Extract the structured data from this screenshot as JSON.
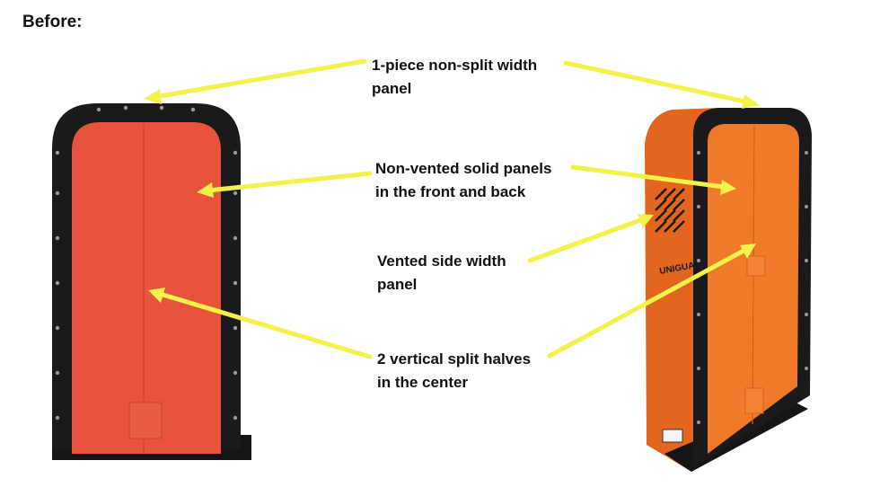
{
  "heading": "Before:",
  "callouts": {
    "one_piece": {
      "line1": "1-piece non-split width",
      "line2": "panel"
    },
    "non_vented": {
      "line1": "Non-vented solid panels",
      "line2": "in the front and back"
    },
    "vented": {
      "line1": "Vented side width",
      "line2": "panel"
    },
    "split": {
      "line1": "2 vertical split halves",
      "line2": "in the center"
    }
  },
  "logo_text": "UNIGUARD",
  "colors": {
    "arrow": "#f2f24a",
    "frame": "#1a1a1a",
    "panel_left": "#e8543b",
    "panel_right": "#f07a2a",
    "panel_right_side": "#e2661e"
  }
}
